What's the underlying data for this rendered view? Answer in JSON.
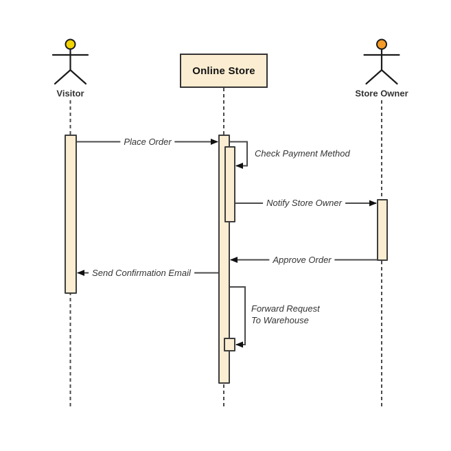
{
  "diagram": {
    "type": "uml-sequence-diagram"
  },
  "colors": {
    "background": "#ffffff",
    "activation_fill": "#faedd2",
    "shape_border": "#333333",
    "line": "#4a4a4a",
    "arrowhead": "#111111",
    "text": "#333333",
    "visitor_head": "#f2d403",
    "owner_head": "#f59b28"
  },
  "actors": {
    "visitor": {
      "label": "Visitor",
      "kind": "stick-figure"
    },
    "online_store": {
      "label": "Online Store",
      "kind": "object-box"
    },
    "store_owner": {
      "label": "Store Owner",
      "kind": "stick-figure"
    }
  },
  "messages": [
    {
      "label": "Place Order",
      "from": "visitor",
      "to": "online_store",
      "self": false
    },
    {
      "label": "Check Payment Method",
      "from": "online_store",
      "to": "online_store",
      "self": true
    },
    {
      "label": "Notify Store Owner",
      "from": "online_store",
      "to": "store_owner",
      "self": false
    },
    {
      "label": "Approve Order",
      "from": "store_owner",
      "to": "online_store",
      "self": false
    },
    {
      "label": "Send Confirmation Email",
      "from": "online_store",
      "to": "visitor",
      "self": false
    },
    {
      "label": "Forward Request\nTo Warehouse",
      "from": "online_store",
      "to": "online_store",
      "self": true
    }
  ]
}
